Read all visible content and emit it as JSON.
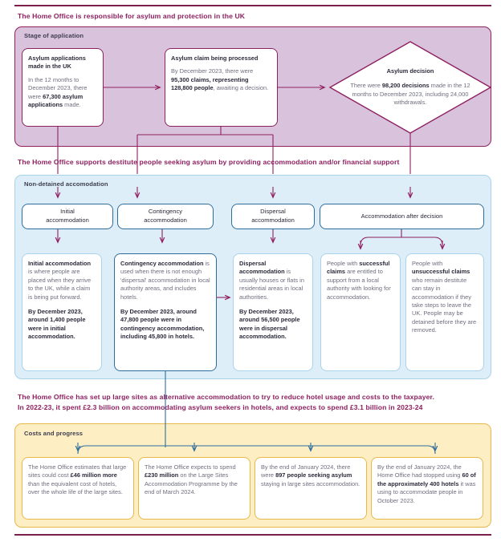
{
  "colors": {
    "rule": "#7b1f4b",
    "heading": "#8e2060",
    "panel_purple_bg": "#d9c3dc",
    "panel_purple_border": "#8e2060",
    "panel_blue_bg": "#ddeef8",
    "panel_blue_border": "#a9d3ea",
    "panel_amber_bg": "#fdeec4",
    "panel_amber_border": "#e9b84a",
    "arrow_magenta": "#8e2060",
    "arrow_blue": "#2e6e9e",
    "box_border_magenta": "#8e2060",
    "box_border_blue": "#2e6e9e",
    "box_border_lightblue": "#a9d3ea",
    "box_border_amber": "#e9b84a",
    "body_text": "#6f6f80",
    "bold_text": "#2b2b3c"
  },
  "section1": {
    "heading": "The Home Office is responsible for asylum and protection in the UK",
    "panel_label": "Stage of application",
    "boxes": [
      {
        "name": "asylum-applications",
        "title": "Asylum applications made in the UK",
        "body_html": "In the 12 months to December 2023, there were <b>67,300 asylum applications</b> made."
      },
      {
        "name": "asylum-claim-processed",
        "title": "Asylum claim being processed",
        "body_html": "By December 2023, there were <b>95,300 claims, representing 128,800 people</b>, awaiting a decision."
      }
    ],
    "diamond": {
      "name": "asylum-decision",
      "title": "Asylum decision",
      "body_html": "There were <b>98,200 decisions</b> made in the 12 months to December 2023, including 24,000 withdrawals."
    }
  },
  "section2": {
    "heading": "The Home Office supports destitute people seeking asylum by providing accommodation and/or financial support",
    "panel_label": "Non-detained accomodation",
    "header_boxes": [
      {
        "name": "initial-accommodation-header",
        "label": "Initial\naccommodation"
      },
      {
        "name": "contingency-accommodation-header",
        "label": "Contingency\naccommodation"
      },
      {
        "name": "dispersal-accommodation-header",
        "label": "Dispersal\naccommodation"
      },
      {
        "name": "accommodation-after-decision-header",
        "label": "Accommodation after decision"
      }
    ],
    "detail_boxes": [
      {
        "name": "initial-accommodation-detail",
        "body_html": "<b>Initial accommodation</b> is where people are placed when they arrive to the UK, while a claim is being put forward.",
        "body_html2": "<b>By December 2023, around 1,400 people were in initial accommodation.</b>"
      },
      {
        "name": "contingency-accommodation-detail",
        "body_html": "<b>Contingency accommodation</b> is used when there is not enough 'dispersal' accommodation in local authority areas, and includes hotels.",
        "body_html2": "<b>By December 2023, around 47,800 people were in contingency accommodation, including 45,800 in hotels.</b>"
      },
      {
        "name": "dispersal-accommodation-detail",
        "body_html": "<b>Dispersal accommodation</b> is usually houses or flats in residential areas in local authorities.",
        "body_html2": "<b>By December 2023, around 56,500 people were in dispersal accommodation.</b>"
      },
      {
        "name": "successful-claims-detail",
        "body_html": "People with <b>successful claims</b> are entitled to support from a local authority with looking for accommodation.",
        "body_html2": ""
      },
      {
        "name": "unsuccessful-claims-detail",
        "body_html": "People with <b>unsuccessful claims</b> who remain destitute can stay in accommodation if they take steps to leave the UK. People may be detained before they are removed.",
        "body_html2": ""
      }
    ]
  },
  "section3": {
    "heading": "The Home Office has set up large sites as alternative accommodation to try to reduce hotel usage and costs to the taxpayer.\nIn 2022-23, it spent £2.3 billion on accommodating asylum seekers in hotels, and expects to spend £3.1 billion in 2023-24",
    "panel_label": "Costs and progress",
    "boxes": [
      {
        "name": "large-sites-cost",
        "body_html": "The Home Office estimates that large sites could cost <b>£46 million more</b> than the equivalent cost of hotels, over the whole life of the large sites."
      },
      {
        "name": "large-sites-programme-spend",
        "body_html": "The Home Office expects to spend <b>£230 million</b> on the Large Sites Accommodation Programme by the end of March 2024."
      },
      {
        "name": "people-in-large-sites",
        "body_html": "By the end of January 2024, there were <b>897 people seeking asylum</b> staying in large sites accommodation."
      },
      {
        "name": "hotels-stopped",
        "body_html": "By the end of January 2024, the Home Office had stopped using <b>60 of the approximately 400 hotels</b> it was using to accommodate people in October 2023."
      }
    ]
  }
}
